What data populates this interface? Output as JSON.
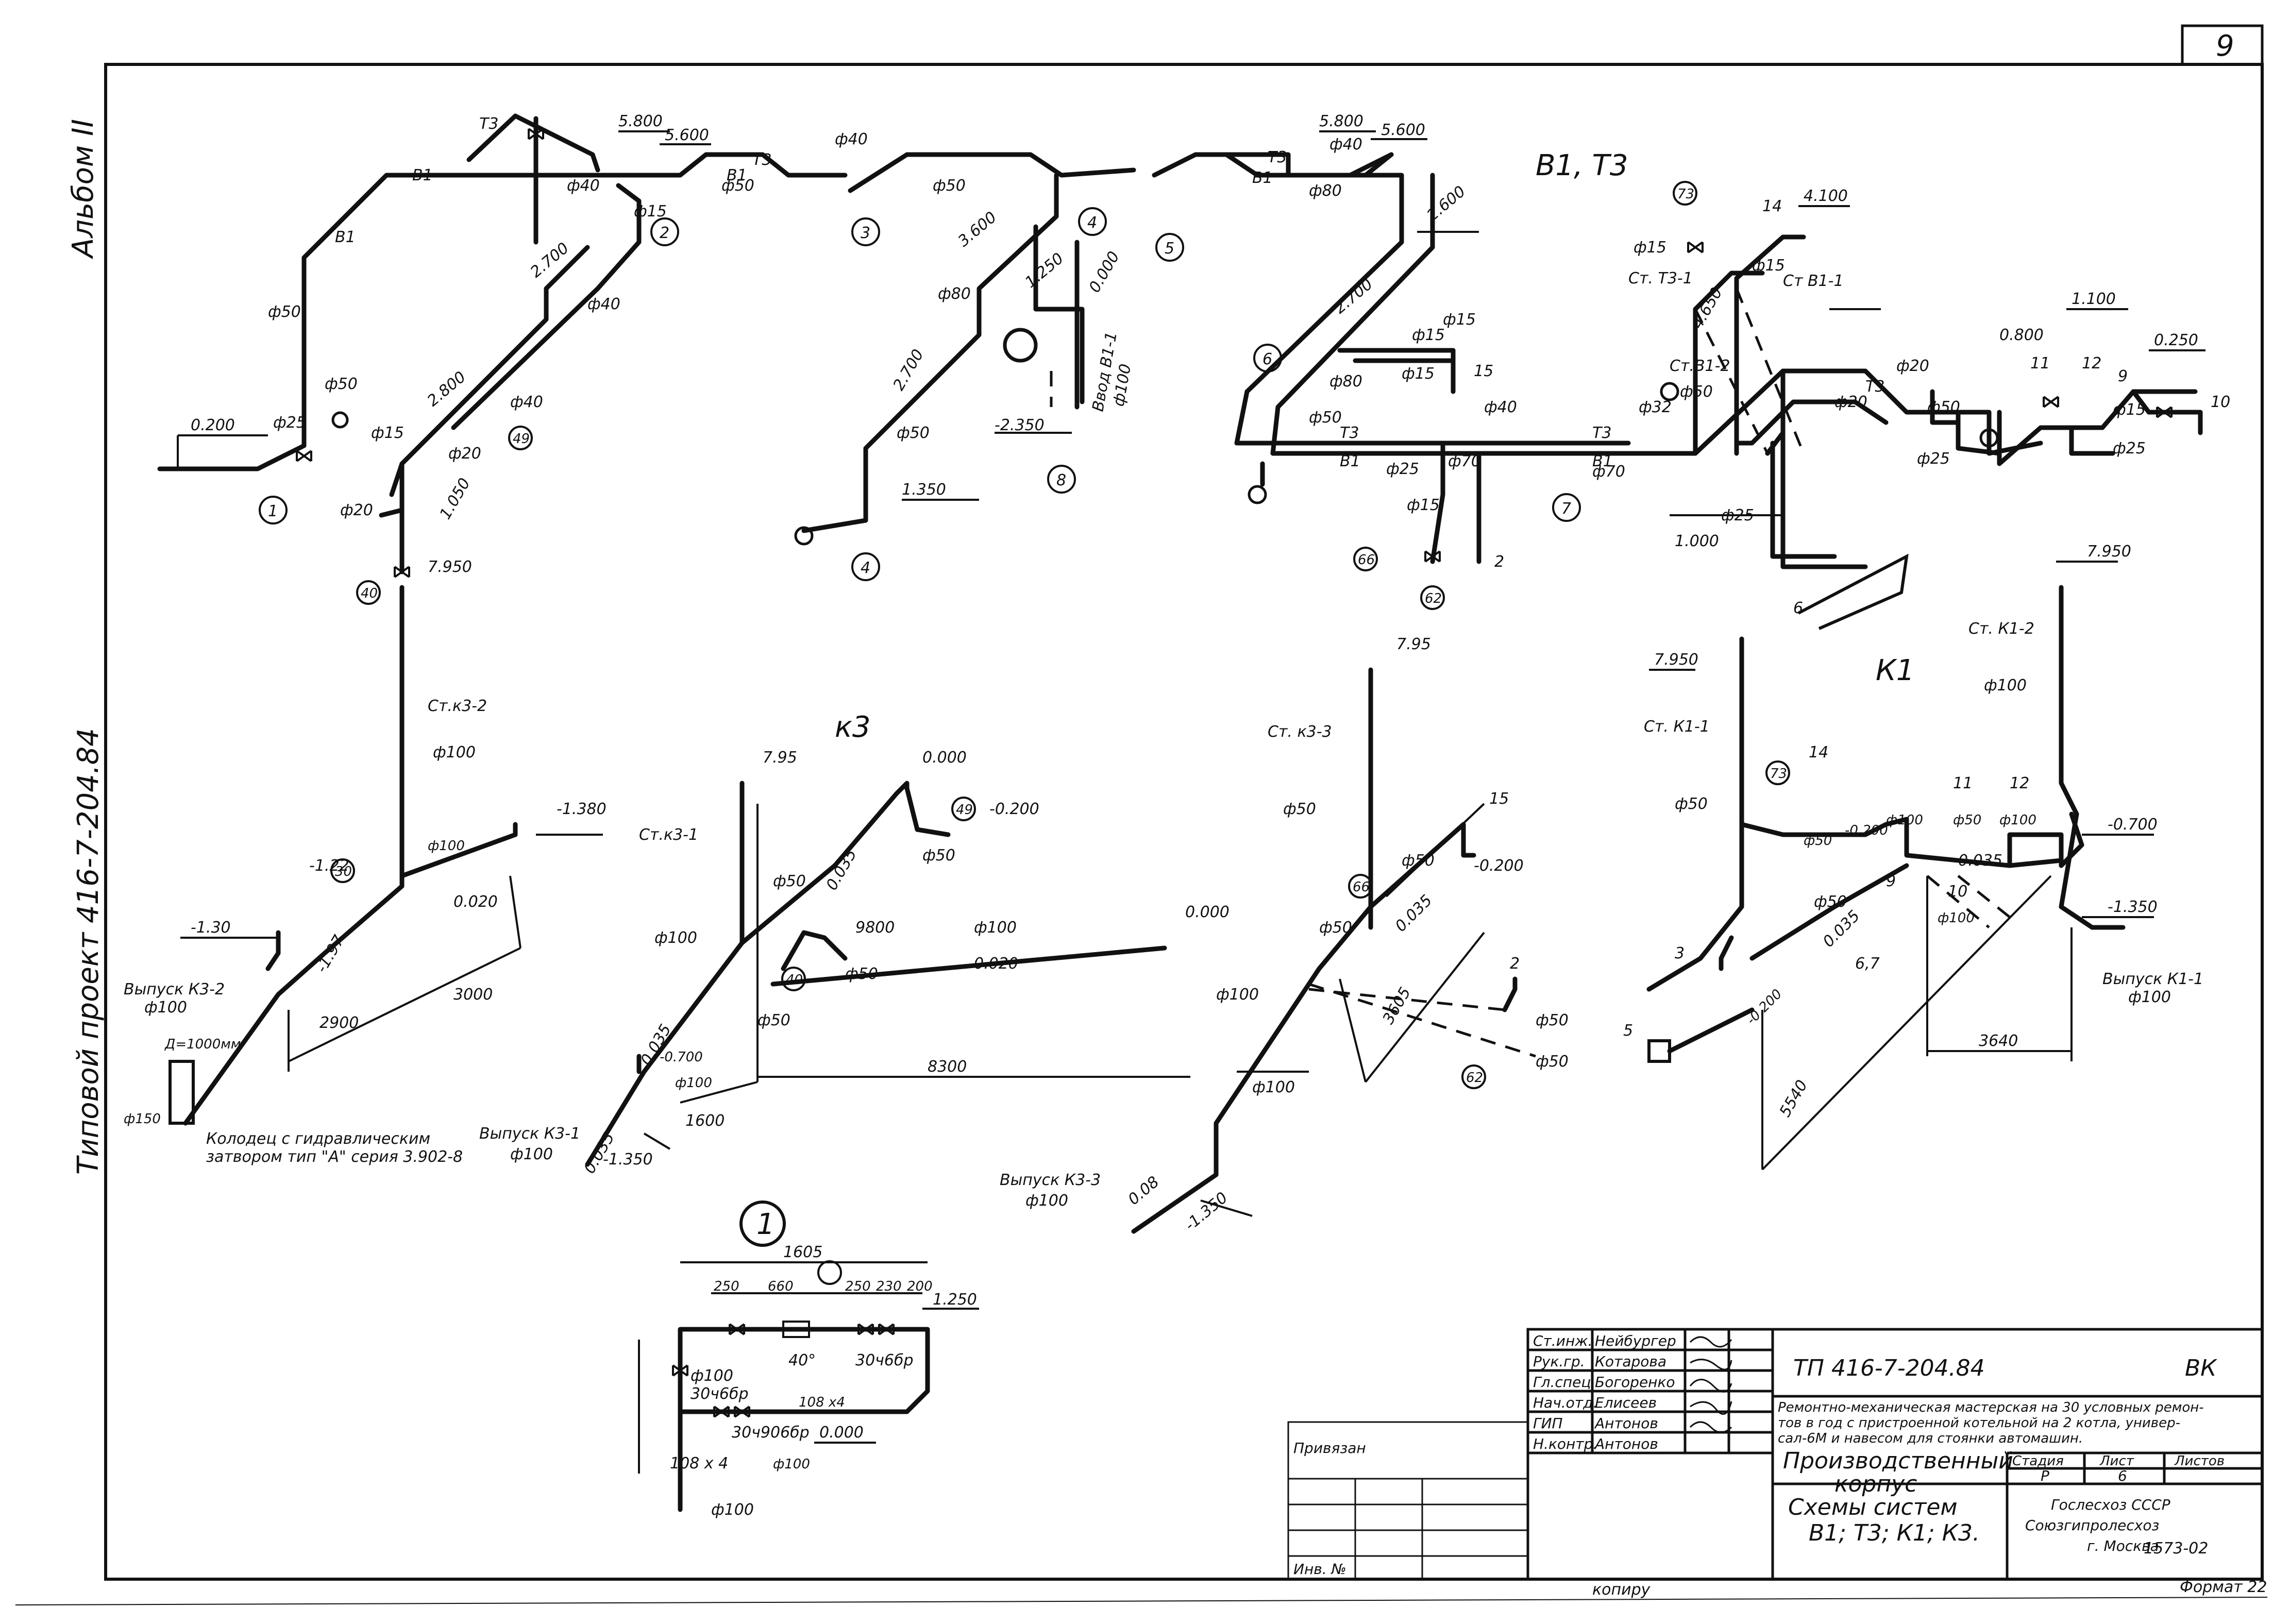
{
  "sheet": {
    "sheet_number": "9",
    "left_margin_top": "Альбом II",
    "left_margin_bottom": "Типовой проект 416-7-204.84",
    "bottom_center": "копиру",
    "bottom_right_code": "1573-02",
    "format": "Формат 22"
  },
  "systems": {
    "water_title": "В1, Т3",
    "k1_title": "К1",
    "k3_title": "к3"
  },
  "water_scheme": {
    "elev_0200": "0.200",
    "elev_5800a": "5.800",
    "elev_5600a": "5.600",
    "elev_2700": "2.700",
    "elev_2800": "2.800",
    "elev_1050": "1.050",
    "elev_3600": "3.600",
    "elev_1250": "1.250",
    "elev_0000": "0.000",
    "elev_2700b": "2.700",
    "elev_m2350": "-2.350",
    "elev_1350": "1.350",
    "elev_5800b": "5.800",
    "elev_5600b": "5.600",
    "elev_2600": "2.600",
    "elev_2700c": "2.700",
    "elev_4100": "4.100",
    "elev_4650": "4.650",
    "elev_0800": "0.800",
    "elev_1100": "1.100",
    "elev_0250": "0.250",
    "elev_1000": "1.000",
    "vvod": "Ввод В1-1",
    "vvod_dia": "ф100",
    "st_t3_1": "Ст. Т3-1",
    "st_b1_1": "Ст В1-1",
    "st_b1_2": "Ст.В1-2",
    "pipe_b1": "В1",
    "pipe_t3": "Т3",
    "d40": "ф40",
    "d50": "ф50",
    "d80": "ф80",
    "d15": "ф15",
    "d20": "ф20",
    "d25": "ф25",
    "d32": "ф32",
    "d70": "ф70",
    "n1": "1",
    "n2": "2",
    "n3": "3",
    "n4": "4",
    "n5": "5",
    "n6": "6",
    "n7": "7",
    "n8": "8",
    "n40": "40",
    "n49": "49",
    "n66": "66",
    "n62": "62",
    "n73": "73",
    "n14": "14",
    "n15": "15",
    "n11": "11",
    "n12": "12",
    "n9": "9",
    "n10": "10"
  },
  "k3_scheme": {
    "elev_7950a": "7.950",
    "st_k3_2": "Ст.к3-2",
    "d100": "ф100",
    "elev_m1380": "-1.380",
    "elev_m122": "-1.22",
    "elev_m130": "-1.30",
    "elev_m197": "-1.97",
    "slope_020": "0.020",
    "dim_2900": "2900",
    "dim_3000": "3000",
    "vypusk_k3_2": "Выпуск К3-2",
    "well_d": "Д=1000мм",
    "d150": "ф150",
    "kolodec_1": "Колодец с гидравлическим",
    "kolodec_2": "затвором тип \"А\" серия 3.902-8",
    "n30": "30",
    "elev_795a": "7.95",
    "st_k3_1": "Ст.к3-1",
    "elev_0000a": "0.000",
    "elev_m0200": "-0.200",
    "d50": "ф50",
    "slope_035": "0.035",
    "dim_9800": "9800",
    "elev_0000b": "0.000",
    "slope_020b": "0.020",
    "dim_8300": "8300",
    "elev_m0700": "-0.700",
    "d100b": "ф100",
    "dim_1600": "1600",
    "vypusk_k3_1": "Выпуск К3-1",
    "elev_m1350": "-1.350",
    "elev_795b": "7.95",
    "st_k3_3": "Ст. к3-3",
    "elev_m0200b": "-0.200",
    "dim_3605": "3605",
    "vypusk_k3_3": "Выпуск К3-3",
    "slope_008": "0.08",
    "elev_m1350b": "-1.350"
  },
  "k1_scheme": {
    "elev_7950b": "7.950",
    "st_k1_1": "Ст. К1-1",
    "elev_7950c": "7.950",
    "st_k1_2": "Ст. К1-2",
    "d100": "ф100",
    "d50": "ф50",
    "elev_m0200": "-0.200",
    "elev_m0700": "-0.700",
    "elev_m1350": "-1.350",
    "slope_035": "0.035",
    "vypusk_k1_1": "Выпуск К1-1",
    "dim_3640": "3640",
    "dim_5540": "5540",
    "n67": "6,7"
  },
  "detail": {
    "title": "1",
    "dim_1605": "1605",
    "dim_250a": "250",
    "dim_660": "660",
    "dim_250b": "250",
    "dim_230": "230",
    "dim_200": "200",
    "elev_1250": "1.250",
    "d100": "ф100",
    "valve_a": "30ч6бр",
    "valve_b": "30ч6бр",
    "valve_c": "30ч906бр",
    "angle": "40°",
    "pipe_108": "108 х4",
    "pipe_108b": "108 х 4",
    "elev_0000": "0.000",
    "d100b": "ф100"
  },
  "title_block": {
    "rows": [
      {
        "role": "Ст.инж.",
        "name": "Нейбургер"
      },
      {
        "role": "Рук.гр.",
        "name": "Котарова"
      },
      {
        "role": "Гл.спец.",
        "name": "Богоренко"
      },
      {
        "role": "Нач.отд.",
        "name": "Елисеев"
      },
      {
        "role": "ГИП",
        "name": "Антонов"
      },
      {
        "role": "Н.контр.",
        "name": "Антонов"
      }
    ],
    "privyazan": "Привязан",
    "inv": "Инв. №",
    "code": "ТП 416-7-204.84",
    "mark": "ВК",
    "desc_1": "Ремонтно-механическая мастерская на 30 условных ремон-",
    "desc_2": "тов в год с пристроенной котельной на 2 котла, универ-",
    "desc_3": "сал-6М и навесом для стоянки автомашин.",
    "building_1": "Производственный",
    "building_2": "корпус",
    "stage_hdr": "Стадия",
    "sheet_hdr": "Лист",
    "sheets_hdr": "Листов",
    "stage": "Р",
    "sheet": "6",
    "drawing_1": "Схемы систем",
    "drawing_2": "В1; Т3; К1; К3.",
    "org_1": "Гослесхоз СССР",
    "org_2": "Союзгипролесхоз",
    "org_3": "г. Москва"
  }
}
